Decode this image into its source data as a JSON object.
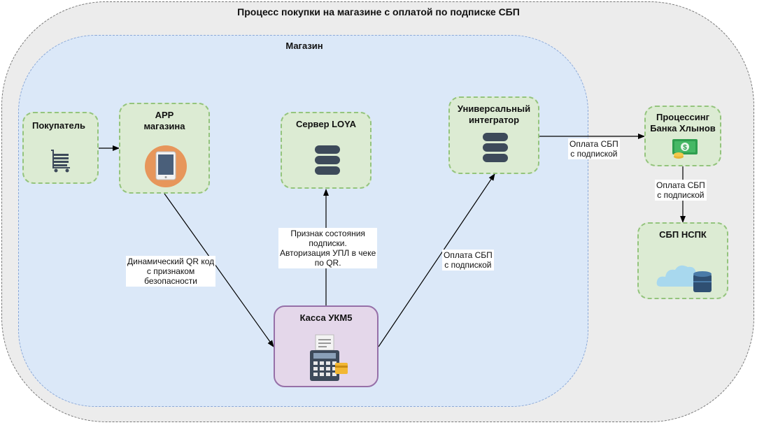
{
  "outer_container": {
    "title": "Процесс покупки на магазине с оплатой по подписке СБП"
  },
  "shop_container": {
    "title": "Магазин"
  },
  "nodes": {
    "buyer": {
      "label": "Покупатель",
      "icon": "shopping-cart-icon"
    },
    "app": {
      "label": "APP\nмагазина",
      "icon": "tablet-icon"
    },
    "loya": {
      "label": "Сервер LOYA",
      "icon": "database-icon"
    },
    "integrator": {
      "label": "Универсальный\nинтегратор",
      "icon": "database-icon"
    },
    "kassa": {
      "label": "Касса УКМ5",
      "icon": "cash-register-icon"
    },
    "processing": {
      "label": "Процессинг\nБанка Хлынов",
      "icon": "money-icon"
    },
    "sbp": {
      "label": "СБП НСПК",
      "icon": "cloud-database-icon"
    }
  },
  "edges": {
    "app_to_kassa": "Динамический QR код\nс признаком\nбезопасности",
    "loya_kassa": "Признак состояния\nподписки.\nАвторизация УПЛ в чеке\nпо QR.",
    "kassa_to_integrator": "Оплата СБП\nс подпиской",
    "integrator_to_processing": "Оплата СБП\nс подпиской",
    "processing_to_sbp": "Оплата СБП\nс подпиской"
  },
  "colors": {
    "outer_fill": "#ececec",
    "shop_fill": "#dbe8f8",
    "node_fill": "#dcebd3",
    "node_border": "#94c47d",
    "kassa_fill": "#e4d7ea",
    "kassa_border": "#9670a8"
  }
}
